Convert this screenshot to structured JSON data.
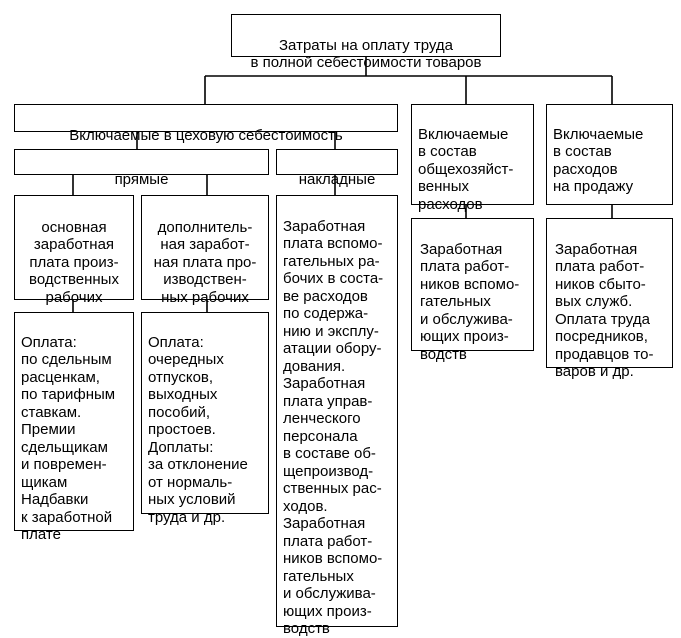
{
  "root": {
    "text": "Затраты на оплату труда\nв полной себестоимости товаров"
  },
  "branches": {
    "workshop": {
      "text": "Включаемые в цеховую себестоимость"
    },
    "general": {
      "text": "Включаемые\nв состав\nобщехозяйст-\nвенных\nрасходов"
    },
    "sales": {
      "text": "Включаемые\nв состав\nрасходов\nна продажу"
    }
  },
  "workshop": {
    "direct": {
      "text": "прямые"
    },
    "overhead": {
      "text": "накладные"
    },
    "basic": {
      "text": "основная\nзаработная\nплата произ-\nводственных\nрабочих"
    },
    "additional": {
      "text": "дополнитель-\nная заработ-\nная плата про-\nизводствен-\nных рабочих"
    },
    "basic_detail": {
      "text": "Оплата:\nпо сдельным\nрасценкам,\nпо тарифным\nставкам.\nПремии\nсдельщикам\nи повремен-\nщикам\nНадбавки\nк заработной\nплате"
    },
    "additional_detail": {
      "text": "Оплата:\nочередных\nотпусков,\nвыходных\nпособий,\nпростоев.\nДоплаты:\nза отклонение\nот нормаль-\nных условий\nтруда и др."
    },
    "overhead_detail": {
      "text": "Заработная\nплата вспомо-\nгательных ра-\nбочих в соста-\nве расходов\nпо содержа-\nнию и эксплу-\nатации обору-\nдования.\nЗаработная\nплата управ-\nленческого\nперсонала\nв составе об-\nщепроизвод-\nственных рас-\nходов.\nЗаработная\nплата работ-\nников вспомо-\nгательных\nи обслужива-\nющих произ-\nводств"
    }
  },
  "general_detail": {
    "text": "Заработная\nплата работ-\nников вспомо-\nгательных\nи обслужива-\nющих произ-\nводств"
  },
  "sales_detail": {
    "text": "Заработная\nплата работ-\nников сбыто-\nвых служб.\nОплата труда\nпосредников,\nпродавцов то-\nваров и др."
  }
}
